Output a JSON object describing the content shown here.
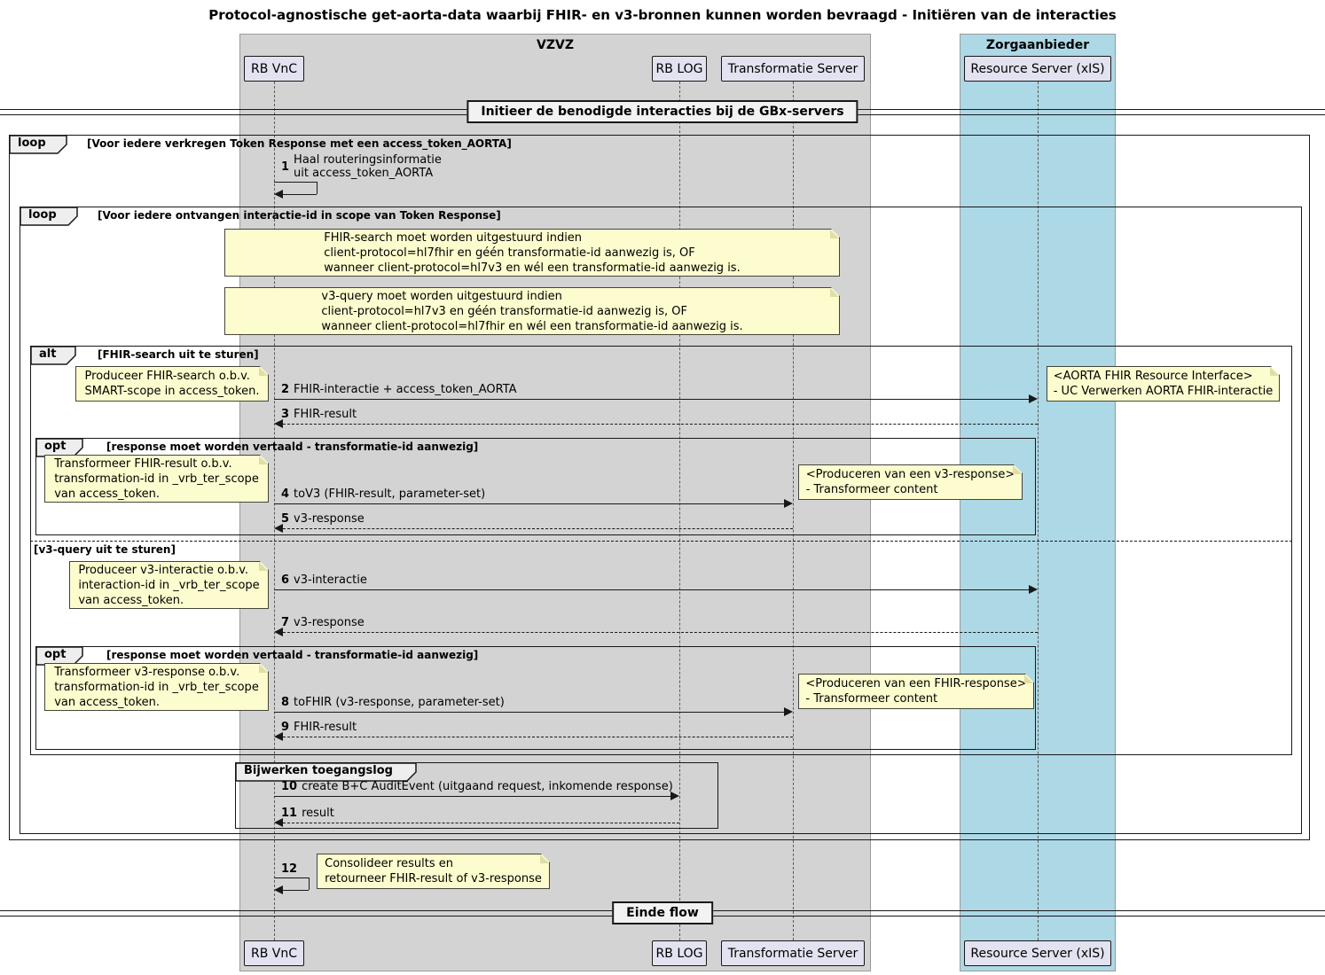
{
  "title": "Protocol-agnostische get-aorta-data waarbij FHIR- en v3-bronnen kunnen worden bevraagd - Initiëren van de interacties",
  "boxes": {
    "vzvz": "VZVZ",
    "zorgaanbieder": "Zorgaanbieder"
  },
  "participants": [
    "RB VnC",
    "RB LOG",
    "Transformatie Server",
    "Resource Server (xIS)"
  ],
  "dividers": {
    "start": "Initieer de benodigde interacties bij de GBx-servers",
    "end": "Einde flow"
  },
  "frames": {
    "outer_loop": {
      "keyword": "loop",
      "condition": "[Voor iedere verkregen Token Response met een access_token_AORTA]"
    },
    "inner_loop": {
      "keyword": "loop",
      "condition": "[Voor iedere ontvangen interactie-id in scope van Token Response]"
    },
    "alt": {
      "keyword": "alt",
      "condition": "[FHIR-search uit te sturen]",
      "else_condition": "[v3-query uit te sturen]"
    },
    "opt_fhir_to_v3": {
      "keyword": "opt",
      "condition": "[response moet worden vertaald - transformatie-id aanwezig]"
    },
    "opt_v3_to_fhir": {
      "keyword": "opt",
      "condition": "[response moet worden vertaald - transformatie-id aanwezig]"
    },
    "audit_group": {
      "keyword": "Bijwerken toegangslog"
    }
  },
  "messages": [
    {
      "num": "1",
      "text": "Haal routeringsinformatie\nuit access_token_AORTA"
    },
    {
      "num": "2",
      "text": "FHIR-interactie + access_token_AORTA"
    },
    {
      "num": "3",
      "text": "FHIR-result"
    },
    {
      "num": "4",
      "text": "toV3 (FHIR-result, parameter-set)"
    },
    {
      "num": "5",
      "text": "v3-response"
    },
    {
      "num": "6",
      "text": "v3-interactie"
    },
    {
      "num": "7",
      "text": "v3-response"
    },
    {
      "num": "8",
      "text": "toFHIR (v3-response, parameter-set)"
    },
    {
      "num": "9",
      "text": "FHIR-result"
    },
    {
      "num": "10",
      "text": "create B+C AuditEvent (uitgaand request, inkomende response)"
    },
    {
      "num": "11",
      "text": "result"
    },
    {
      "num": "12",
      "text": ""
    }
  ],
  "notes": [
    {
      "text": "FHIR-search moet worden uitgestuurd indien\nclient-protocol=hl7fhir en géén transformatie-id aanwezig is, OF\nwanneer client-protocol=hl7v3 en wél een transformatie-id aanwezig is."
    },
    {
      "text": "v3-query moet worden uitgestuurd indien\nclient-protocol=hl7v3 en géén transformatie-id aanwezig is, OF\nwanneer client-protocol=hl7fhir en wél een transformatie-id aanwezig is."
    },
    {
      "text": "Produceer FHIR-search o.b.v.\nSMART-scope in access_token."
    },
    {
      "text": "<AORTA FHIR Resource Interface>\n- UC Verwerken AORTA FHIR-interactie"
    },
    {
      "text": "Transformeer FHIR-result o.b.v.\ntransformation-id in _vrb_ter_scope\nvan access_token."
    },
    {
      "text": "<Produceren van een v3-response>\n- Transformeer content"
    },
    {
      "text": "Produceer v3-interactie o.b.v.\ninteraction-id in _vrb_ter_scope\nvan access_token."
    },
    {
      "text": "Transformeer v3-response o.b.v.\ntransformation-id in _vrb_ter_scope\nvan access_token."
    },
    {
      "text": "<Produceren van een FHIR-response>\n- Transformeer content"
    },
    {
      "text": "Consolideer results en\nretourneer FHIR-result of v3-response"
    }
  ]
}
